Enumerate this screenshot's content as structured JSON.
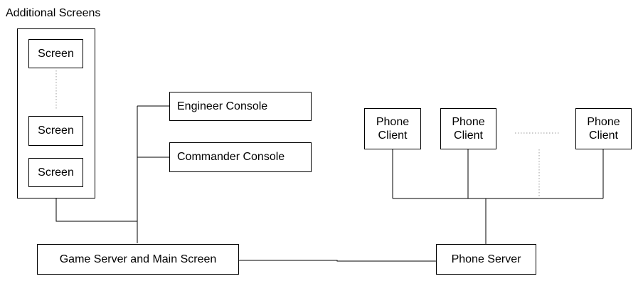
{
  "groups": {
    "additional_screens": {
      "title": "Additional Screens",
      "screens": [
        "Screen",
        "Screen",
        "Screen"
      ]
    }
  },
  "nodes": {
    "engineer_console": "Engineer Console",
    "commander_console": "Commander Console",
    "game_server": "Game Server and Main Screen",
    "phone_server": "Phone Server",
    "phone_clients": [
      "Phone\nClient",
      "Phone\nClient",
      "Phone\nClient"
    ]
  },
  "colors": {
    "line": "#000000",
    "dotted": "#999999"
  }
}
